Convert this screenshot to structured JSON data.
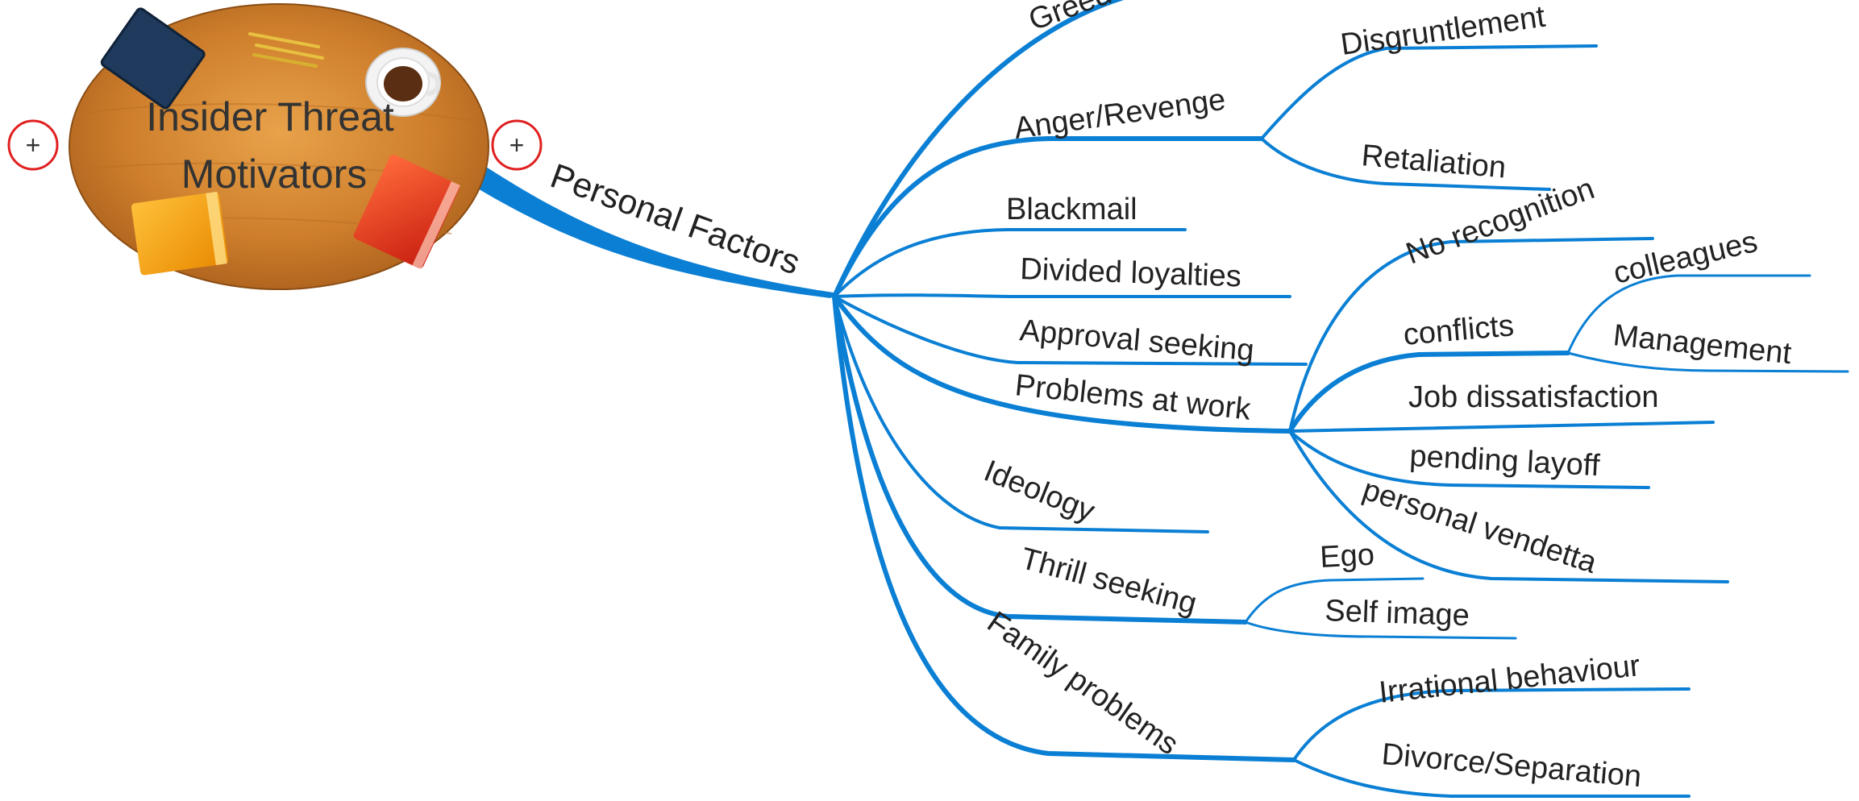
{
  "central_topic": {
    "line1": "Insider Threat",
    "line2": "Motivators"
  },
  "expand_buttons": {
    "left": "+",
    "right": "+"
  },
  "main_branch": "Personal Factors",
  "topics": {
    "greed": "Greed",
    "anger_revenge": "Anger/Revenge",
    "disgruntlement": "Disgruntlement",
    "retaliation": "Retaliation",
    "blackmail": "Blackmail",
    "divided_loyalties": "Divided loyalties",
    "approval_seeking": "Approval seeking",
    "problems_at_work": "Problems at work",
    "no_recognition": "No recognition",
    "conflicts": "conflicts",
    "colleagues": "colleagues",
    "management": "Management",
    "job_dissatisfaction": "Job dissatisfaction",
    "pending_layoff": "pending layoff",
    "personal_vendetta": "personal vendetta",
    "ideology": "Ideology",
    "thrill_seeking": "Thrill seeking",
    "ego": "Ego",
    "self_image": "Self image",
    "family_problems": "Family problems",
    "irrational_behaviour": "Irrational behaviour",
    "divorce_separation": "Divorce/Separation"
  },
  "colors": {
    "branch": "#0a7fd4",
    "expand_ring": "#e02020",
    "text": "#222222"
  }
}
